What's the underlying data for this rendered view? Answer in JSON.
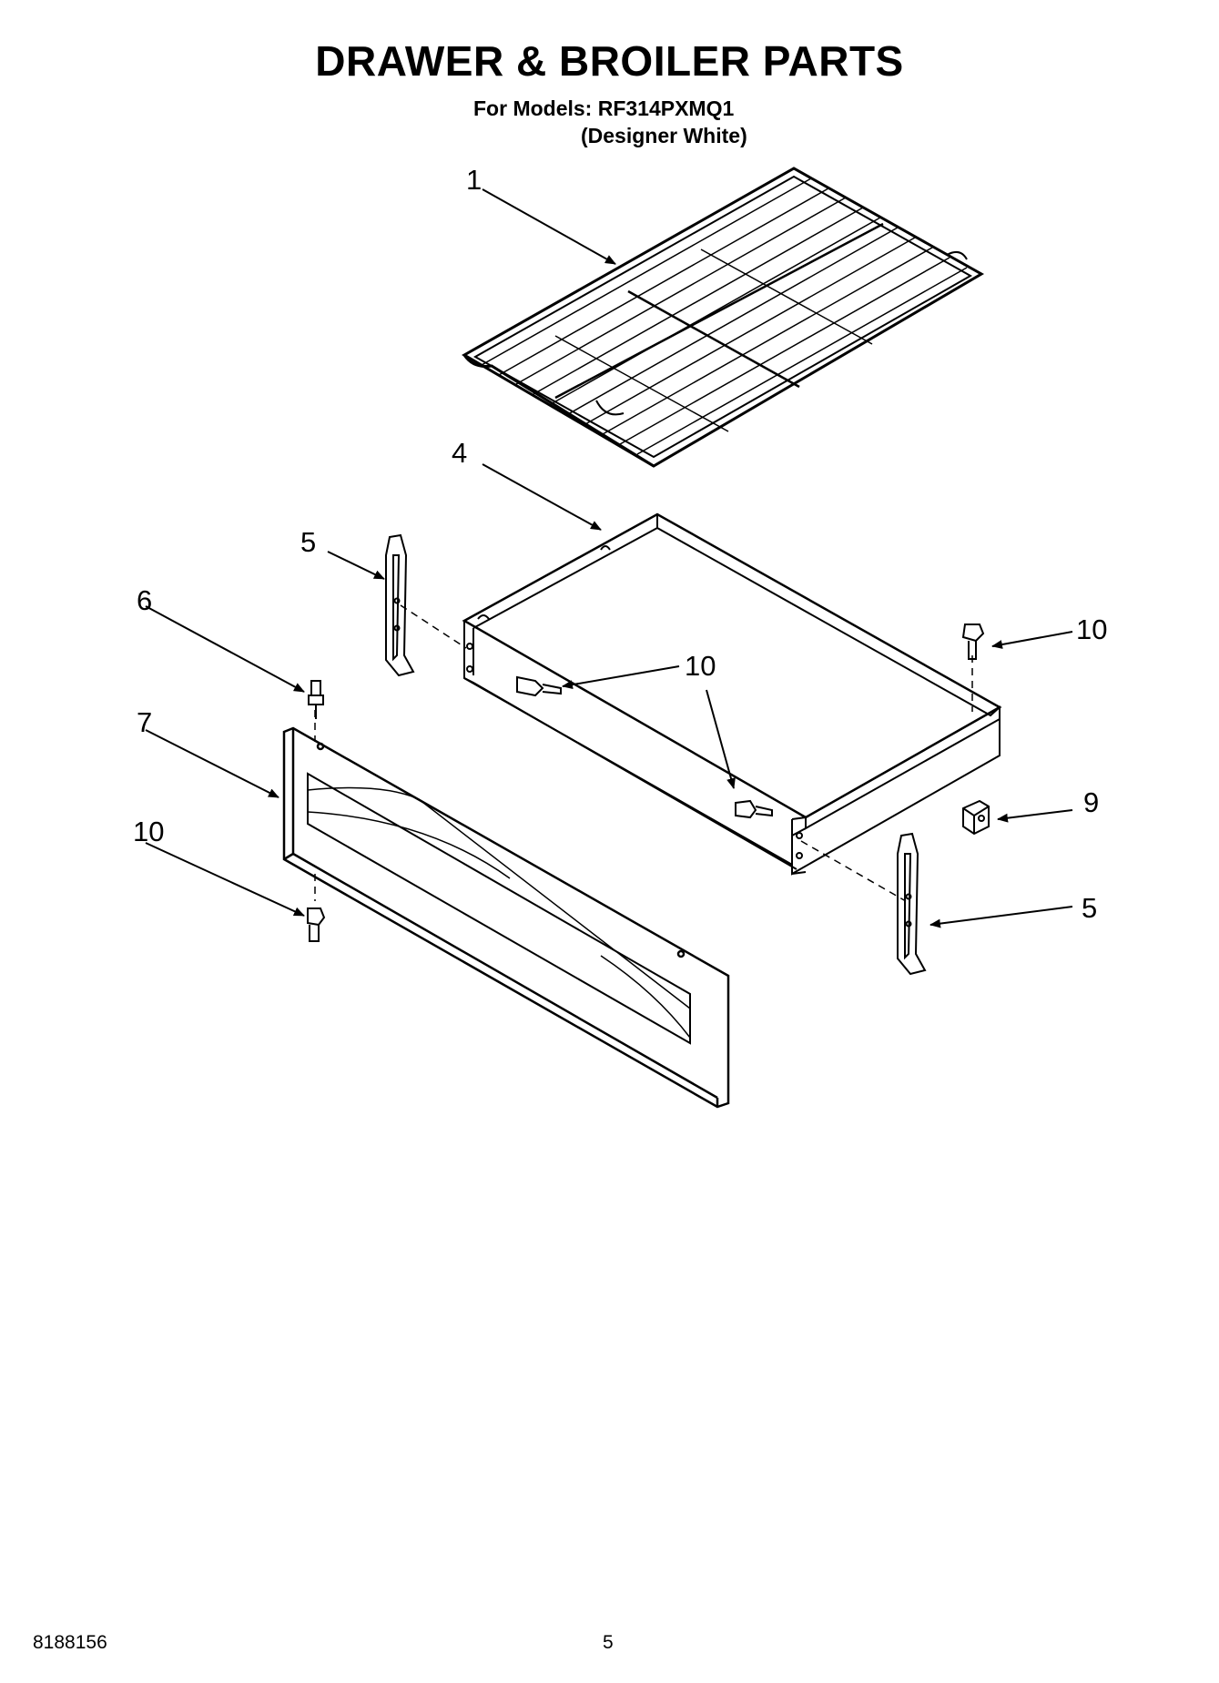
{
  "page": {
    "title": "DRAWER & BROILER PARTS",
    "models_line": "For Models: RF314PXMQ1",
    "color_line": "(Designer White)",
    "doc_number": "8188156",
    "page_number": "5"
  },
  "callouts": {
    "rack": "1",
    "broiler_pan": "4",
    "left_slide": "5",
    "right_slide": "5",
    "stud": "6",
    "drawer_front": "7",
    "clip": "9",
    "screw_upper_right": "10",
    "screw_center": "10",
    "screw_lower_left": "10"
  },
  "parts": [
    {
      "number": "1",
      "name": "broiler-rack"
    },
    {
      "number": "4",
      "name": "broiler-drawer-pan"
    },
    {
      "number": "5",
      "name": "drawer-slide"
    },
    {
      "number": "6",
      "name": "stud"
    },
    {
      "number": "7",
      "name": "drawer-front-panel"
    },
    {
      "number": "9",
      "name": "clip"
    },
    {
      "number": "10",
      "name": "screw"
    }
  ],
  "colors": {
    "ink": "#000000",
    "paper": "#ffffff"
  }
}
